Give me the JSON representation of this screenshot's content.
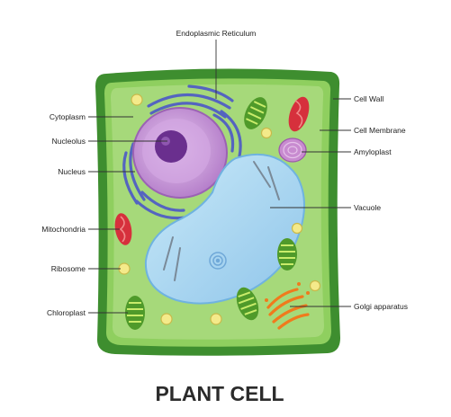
{
  "title": "PLANT CELL",
  "labels": {
    "endoplasmic_reticulum": "Endoplasmic Reticulum",
    "cell_wall": "Cell Wall",
    "cell_membrane": "Cell Membrane",
    "amyloplast": "Amyloplast",
    "vacuole": "Vacuole",
    "golgi_apparatus": "Golgi apparatus",
    "cytoplasm": "Cytoplasm",
    "nucleolus": "Nucleolus",
    "nucleus": "Nucleus",
    "mitochondria": "Mitochondria",
    "ribosome": "Ribosome",
    "chloroplast": "Chloroplast"
  },
  "colors": {
    "cell_wall": "#3e8e2f",
    "cell_membrane": "#8fcf5f",
    "cytoplasm": "#a6d97a",
    "nucleus": "#c38bd6",
    "nucleolus": "#6a2f8e",
    "endoplasmic_reticulum": "#5464c0",
    "vacuole": "#a9d6f0",
    "mitochondria": "#d6303c",
    "chloroplast": "#6fb83a",
    "ribosome": "#f4ea8a",
    "amyloplast": "#c88bd0",
    "golgi_apparatus": "#f07a1c"
  }
}
